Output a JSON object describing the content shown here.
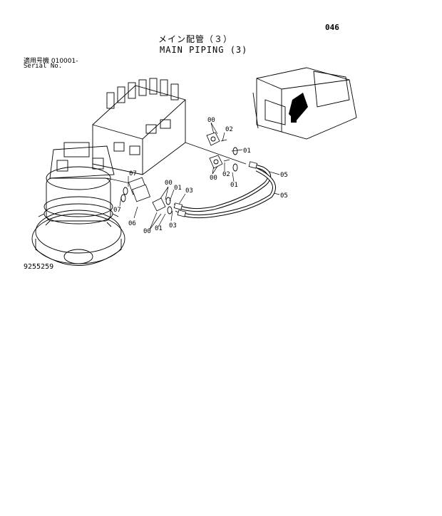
{
  "page_number": "046",
  "title_ja": "メイン配管（３）",
  "title_en": "MAIN PIPING (3)",
  "serial_label_ja": "適用号機  010001-",
  "serial_label_en": "Serial No.",
  "drawing_number": "9255259",
  "part_labels": {
    "p00_top": "00",
    "p02_top": "02",
    "p01_top": "01",
    "p00_mid": "00",
    "p02_mid": "02",
    "p01_mid": "01",
    "p05_top": "05",
    "p05_bot": "05",
    "p07_top": "07",
    "p07_bot": "07",
    "p06": "06",
    "p00_left_top": "00",
    "p01_left_top": "01",
    "p03_top": "03",
    "p00_left_bot": "00",
    "p01_left_bot": "01",
    "p03_bot": "03"
  }
}
